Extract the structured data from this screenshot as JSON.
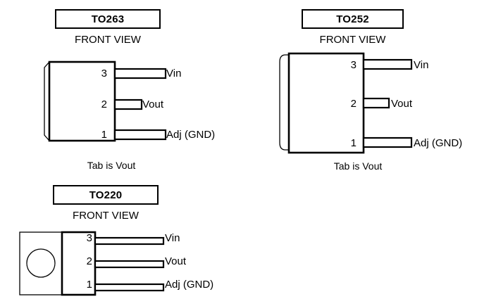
{
  "packages": [
    {
      "id": "to263",
      "title": "TO263",
      "view_label": "FRONT VIEW",
      "caption": "Tab is Vout",
      "tab_style": "chamfered",
      "pins": [
        {
          "number": "3",
          "label": "Vin",
          "lead": "long"
        },
        {
          "number": "2",
          "label": "Vout",
          "lead": "short"
        },
        {
          "number": "1",
          "label": "Adj (GND)",
          "lead": "long"
        }
      ]
    },
    {
      "id": "to252",
      "title": "TO252",
      "view_label": "FRONT VIEW",
      "caption": "Tab is Vout",
      "tab_style": "rounded",
      "pins": [
        {
          "number": "3",
          "label": "Vin",
          "lead": "long"
        },
        {
          "number": "2",
          "label": "Vout",
          "lead": "short"
        },
        {
          "number": "1",
          "label": "Adj (GND)",
          "lead": "long"
        }
      ]
    },
    {
      "id": "to220",
      "title": "TO220",
      "view_label": "FRONT VIEW",
      "caption": "",
      "tab_style": "hole",
      "pins": [
        {
          "number": "3",
          "label": "Vin",
          "lead": "long"
        },
        {
          "number": "2",
          "label": "Vout",
          "lead": "long"
        },
        {
          "number": "1",
          "label": "Adj (GND)",
          "lead": "long"
        }
      ]
    }
  ],
  "colors": {
    "line": "#000000",
    "background": "#ffffff"
  }
}
